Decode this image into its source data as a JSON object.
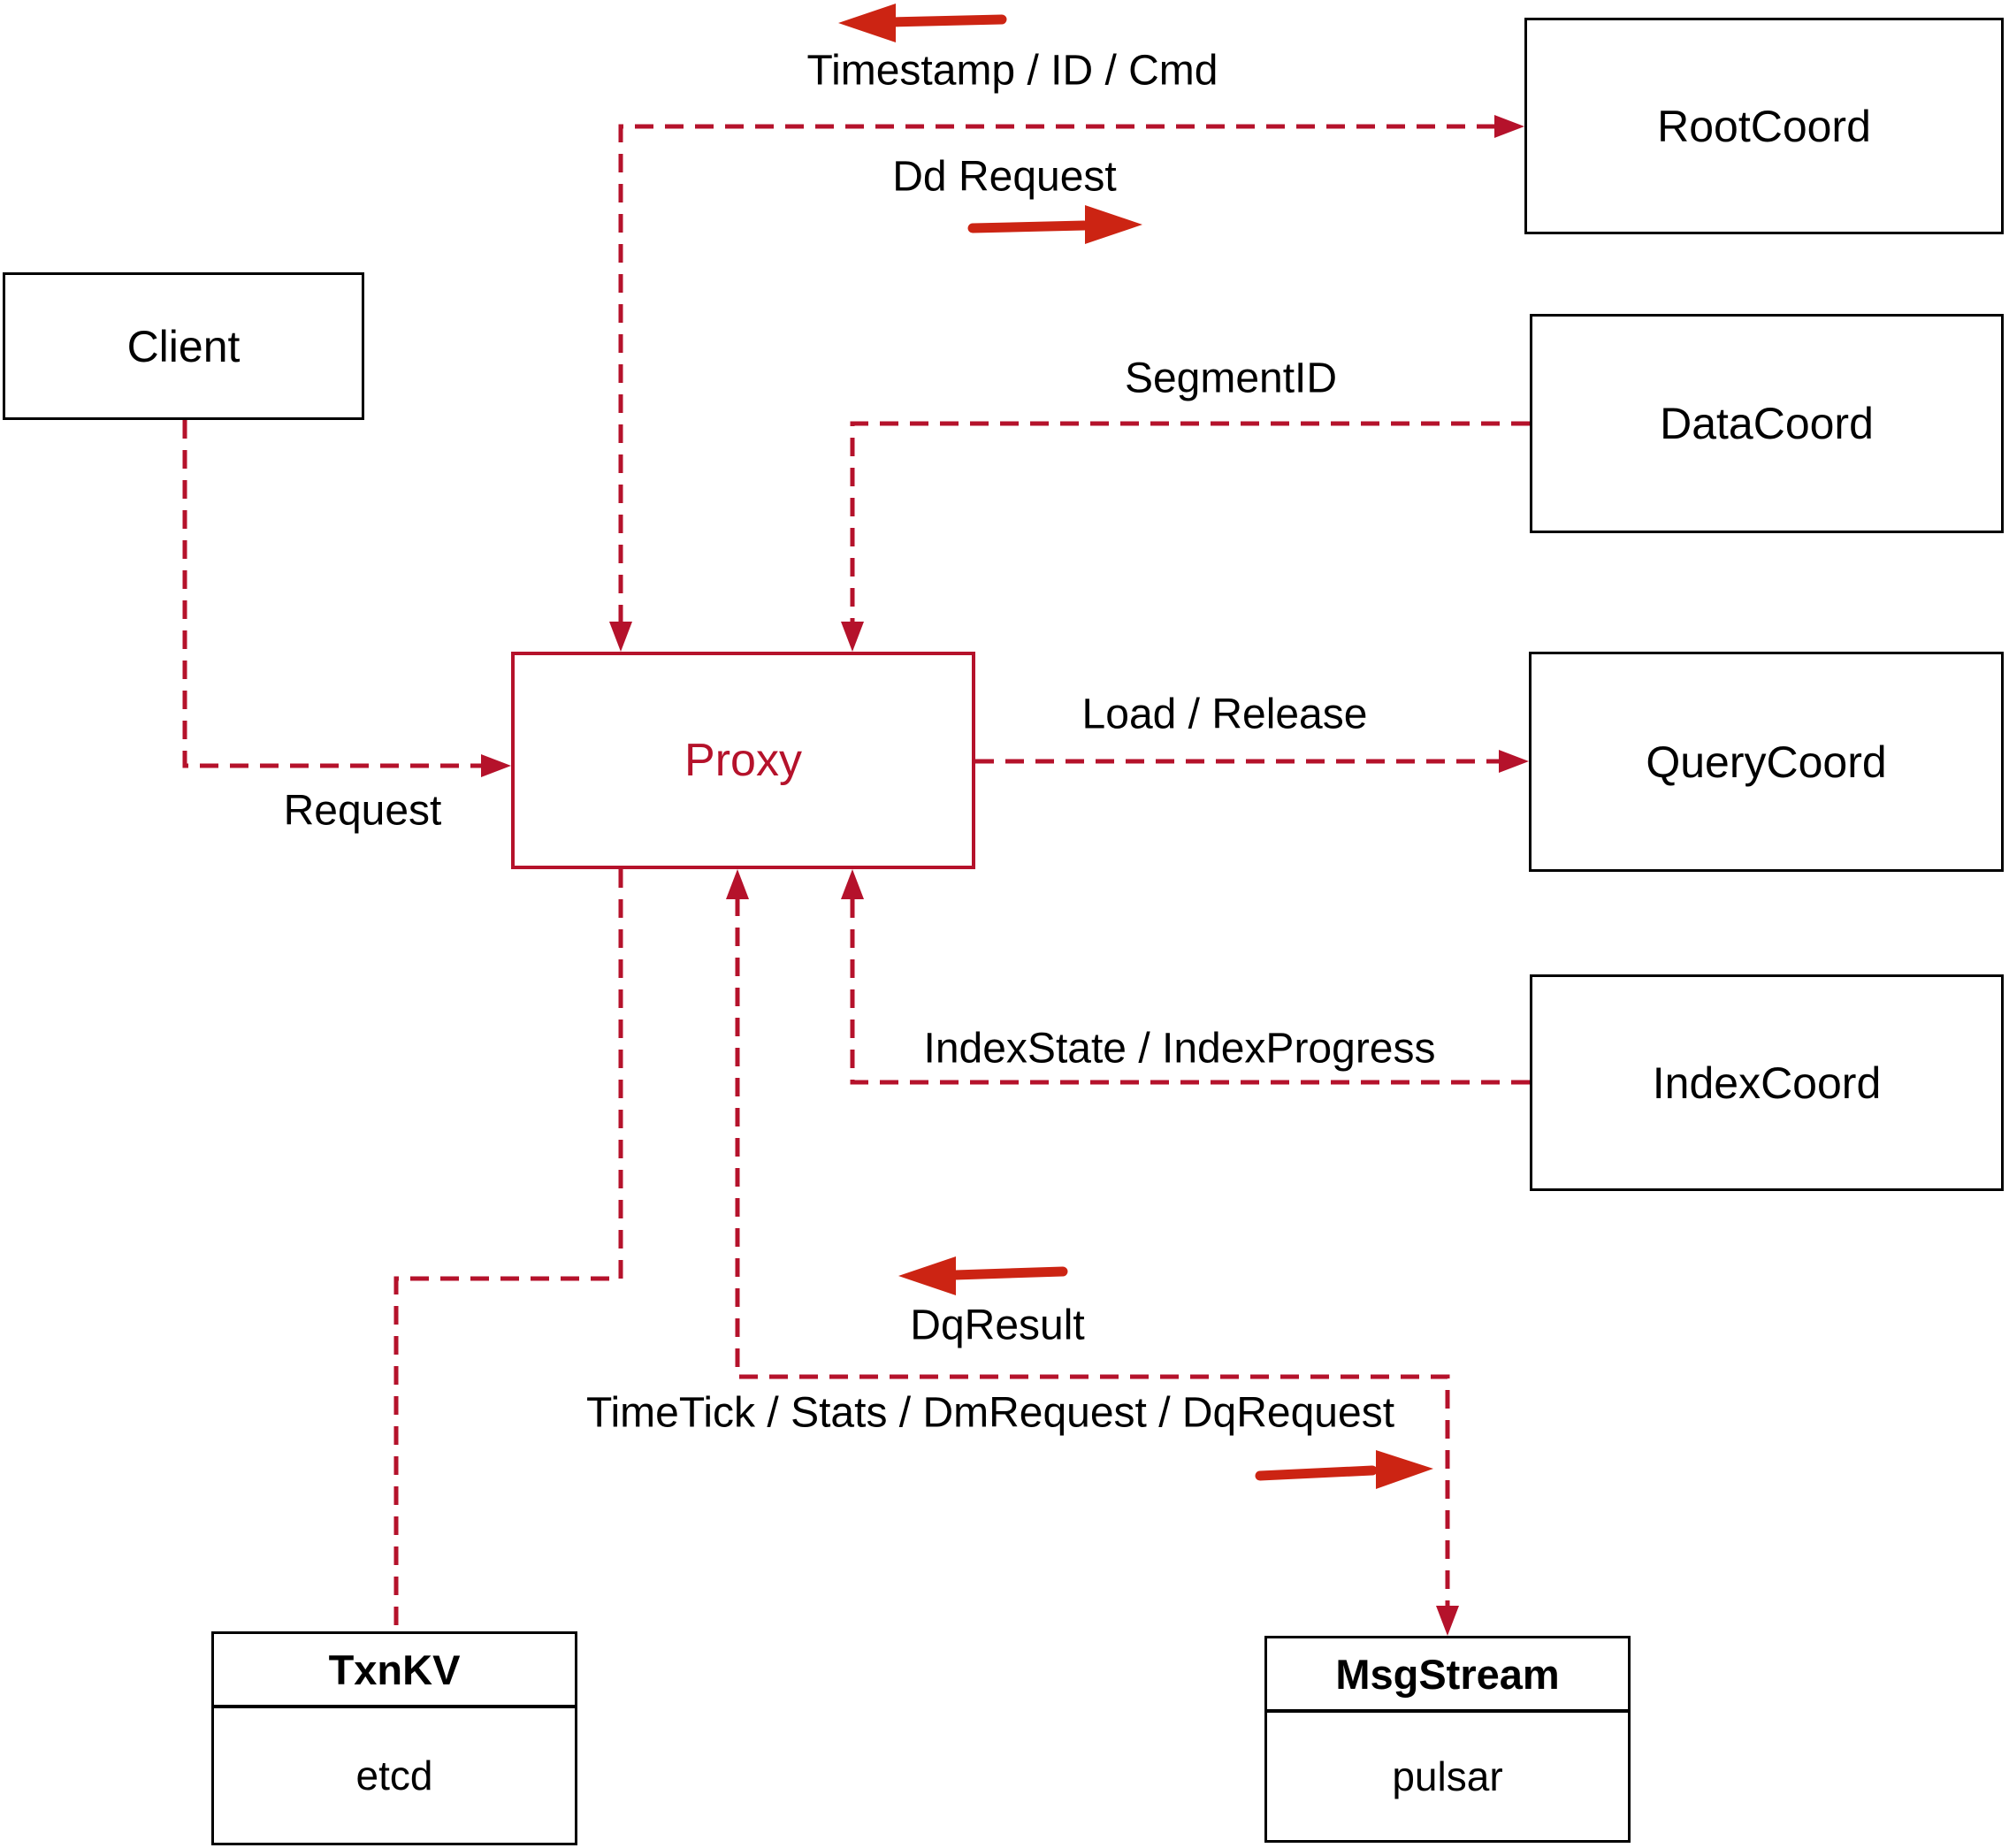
{
  "diagram": {
    "nodes": {
      "client": {
        "label": "Client"
      },
      "proxy": {
        "label": "Proxy"
      },
      "rootcoord": {
        "label": "RootCoord"
      },
      "datacoord": {
        "label": "DataCoord"
      },
      "querycoord": {
        "label": "QueryCoord"
      },
      "indexcoord": {
        "label": "IndexCoord"
      },
      "txnkv": {
        "title": "TxnKV",
        "impl": "etcd"
      },
      "msgstream": {
        "title": "MsgStream",
        "impl": "pulsar"
      }
    },
    "edge_labels": {
      "timestamp_id_cmd": "Timestamp / ID / Cmd",
      "dd_request": "Dd Request",
      "segment_id": "SegmentID",
      "load_release": "Load / Release",
      "index_state": "IndexState / IndexProgress",
      "dq_result": "DqResult",
      "time_tick": "TimeTick / Stats / DmRequest / DqRequest",
      "request": "Request"
    },
    "colors": {
      "dashed_line": "#b5122b",
      "solid_arrow": "#cc2413",
      "node_border": "#000000",
      "proxy_accent": "#b5122b",
      "text": "#000000",
      "background": "#ffffff"
    }
  }
}
